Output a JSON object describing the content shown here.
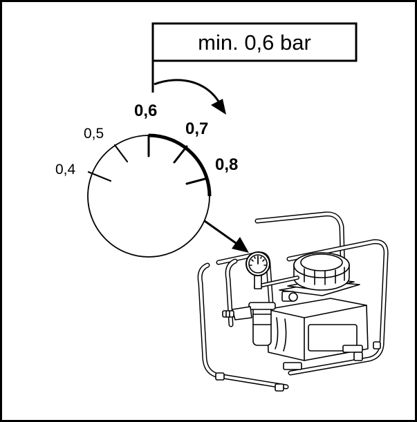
{
  "callout": {
    "text": "min. 0,6 bar"
  },
  "gauge": {
    "ticks": [
      {
        "label": "0,4",
        "bold": false
      },
      {
        "label": "0,5",
        "bold": false
      },
      {
        "label": "0,6",
        "bold": true
      },
      {
        "label": "0,7",
        "bold": true
      },
      {
        "label": "0,8",
        "bold": true
      }
    ]
  },
  "icons": {
    "pointer": "curved-arrow-icon",
    "zoom": "straight-arrow-icon",
    "compressor": "compressor-unit-icon",
    "manometer": "pressure-gauge-icon"
  }
}
